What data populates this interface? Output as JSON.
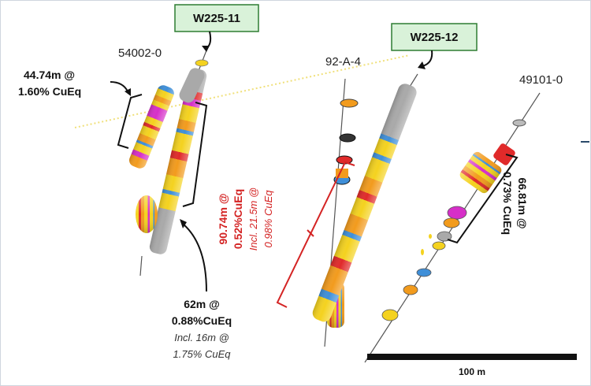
{
  "title": "",
  "tags": {
    "w225_11": "W225-11",
    "w225_12": "W225-12"
  },
  "hole_labels": {
    "h54002": "54002-0",
    "h92a4": "92-A-4",
    "h49101": "49101-0"
  },
  "annotations": {
    "a1": {
      "line1": "44.74m @",
      "line2": "1.60% CuEq"
    },
    "a2": {
      "line1": "62m @",
      "line2": "0.88%CuEq",
      "line3": "Incl. 16m @",
      "line4": "1.75% CuEq"
    },
    "a3": {
      "line1": "90.74m @",
      "line2": "0.52%CuEq",
      "line3": "Incl. 21.5m @",
      "line4": "0.98% CuEq"
    },
    "a4": {
      "line1": "66.81m @",
      "line2": "0.73% CuEq"
    }
  },
  "scale_bar": {
    "label": "100 m"
  },
  "colors": {
    "tag_bg": "#d9f2d9",
    "tag_border": "#2e7d32",
    "core_grey": "#a9a9a9",
    "yellow": "#f4d21f",
    "orange": "#f29b1d",
    "red": "#e02a2a",
    "magenta": "#d62fc8",
    "blue": "#3f8fd8",
    "annotation_red": "#d42424"
  }
}
